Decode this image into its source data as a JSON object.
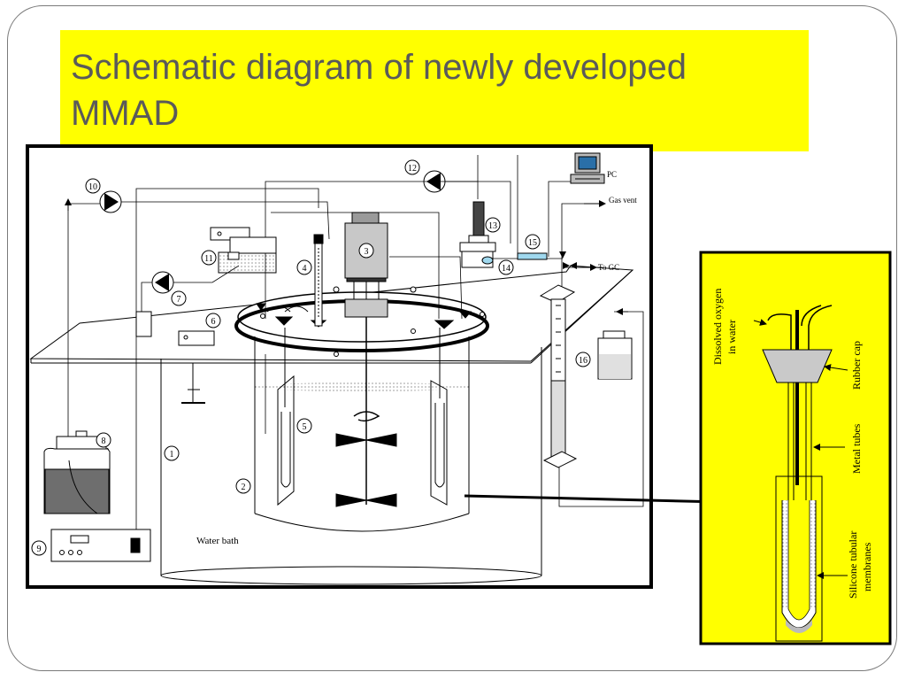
{
  "slide": {
    "title": "Schematic diagram of newly developed MMAD"
  },
  "diagram": {
    "numbers": [
      "1",
      "2",
      "3",
      "4",
      "5",
      "6",
      "7",
      "8",
      "9",
      "10",
      "11",
      "12",
      "13",
      "14",
      "15",
      "16"
    ],
    "labels": {
      "pc": "PC",
      "gas_vent": "Gas vent",
      "to_gc": "To GC",
      "water_bath": "Water bath"
    },
    "detail": {
      "dissolved_oxygen_line1": "Dissolved oxygen",
      "dissolved_oxygen_line2": "in water",
      "rubber_cap": "Rubber cap",
      "metal_tubes": "Metal tubes",
      "silicone_line1": "Silicone tubular",
      "silicone_line2": "membranes"
    }
  },
  "colors": {
    "title_bg": "#ffff00",
    "title_text": "#5a5a5a",
    "detail_bg": "#ffff00"
  }
}
